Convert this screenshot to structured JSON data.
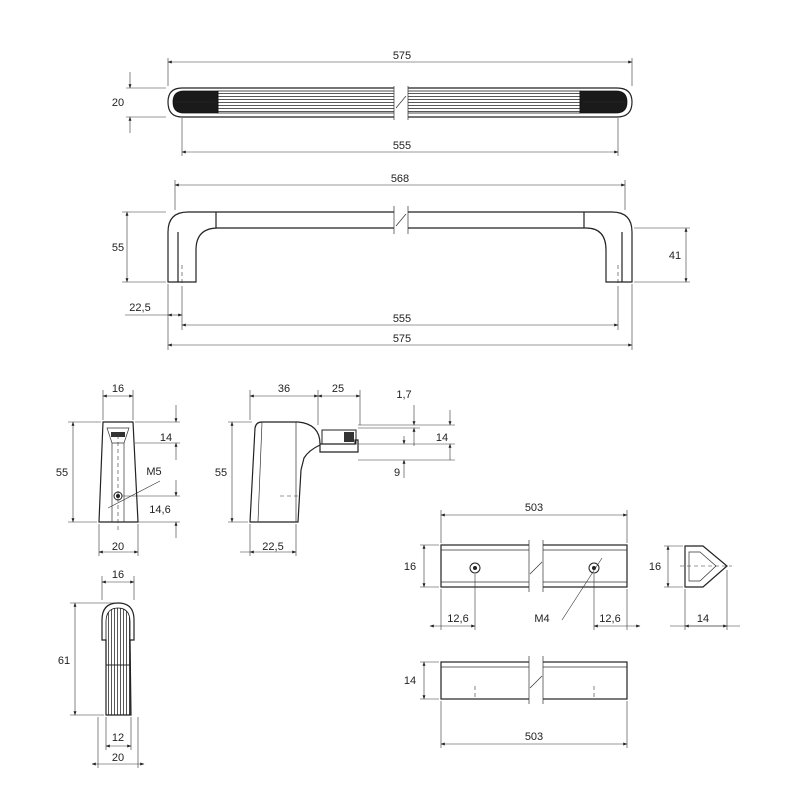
{
  "top_view": {
    "overall_length": "575",
    "center_distance": "555",
    "height": "20"
  },
  "front_view": {
    "overall_top": "568",
    "height": "55",
    "leg_inner": "41",
    "leg_offset": "22,5",
    "center_distance": "555",
    "overall_bottom": "575"
  },
  "end_view": {
    "width_top": "16",
    "height": "55",
    "dim_14": "14",
    "thread": "M5",
    "dim_14_6": "14,6",
    "width_bottom": "20"
  },
  "side_detail": {
    "dim_36": "36",
    "dim_25": "25",
    "dim_1_7": "1,7",
    "height": "55",
    "dim_14": "14",
    "dim_9": "9",
    "base": "22,5"
  },
  "bottom_view": {
    "width_top": "16",
    "height": "61",
    "dim_12": "12",
    "width_bottom": "20"
  },
  "bar_top": {
    "length": "503",
    "height": "16",
    "left_offset": "12,6",
    "thread": "M4",
    "right_offset": "12,6"
  },
  "bar_section": {
    "height": "16",
    "width": "14"
  },
  "bar_front": {
    "height": "14",
    "length": "503"
  }
}
